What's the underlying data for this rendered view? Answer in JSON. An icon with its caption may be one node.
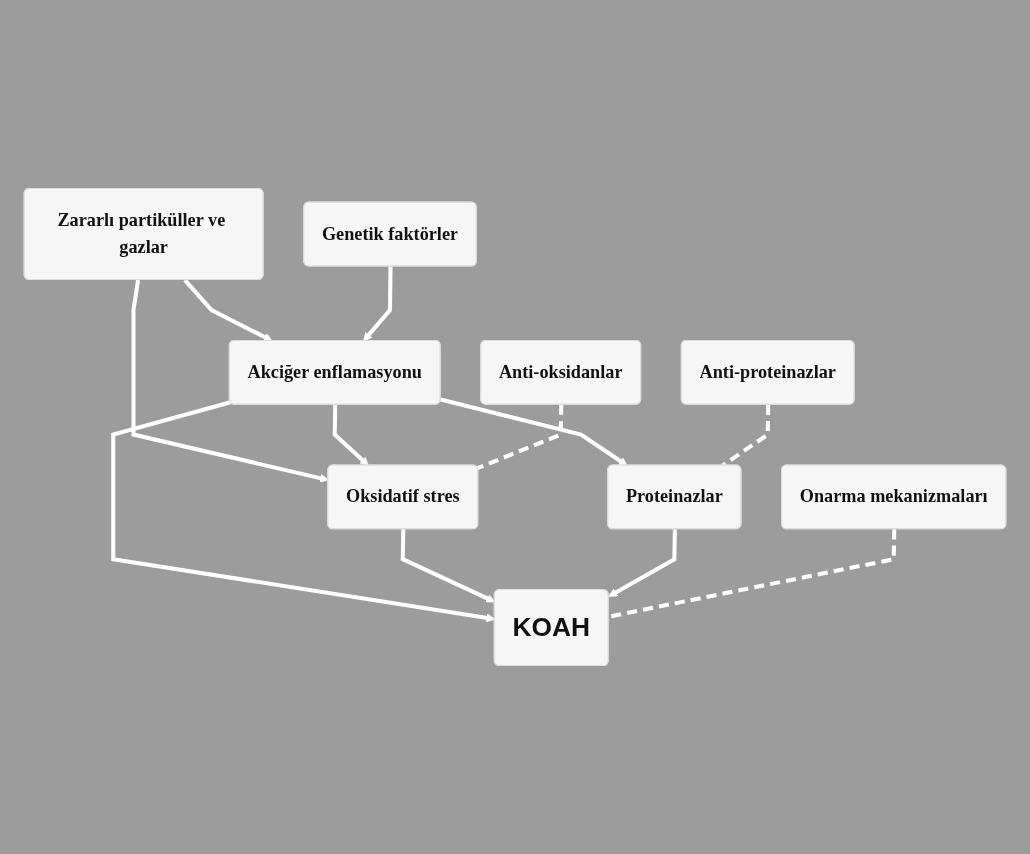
{
  "diagram": {
    "nodes": [
      {
        "text": [
          "Zararlı partiküller ve gazlar"
        ]
      },
      {
        "text": [
          "Genetik faktörler"
        ]
      },
      {
        "text": [
          "Akciğer enflamasyonu"
        ]
      },
      {
        "text": [
          "Anti-oksidanlar"
        ]
      },
      {
        "text": [
          "Anti-proteinazlar"
        ]
      },
      {
        "text": [
          "Oksidatif stres"
        ]
      },
      {
        "text": [
          "Proteinazlar"
        ]
      },
      {
        "text": [
          "Onarma mekanizmaları"
        ]
      },
      {
        "text": [
          "KOAH"
        ]
      }
    ],
    "edges": [
      {
        "from": 0,
        "to": 2,
        "arrow": "to"
      },
      {
        "from": 1,
        "to": 2,
        "arrow": "to"
      },
      {
        "from": 0,
        "to": 5,
        "arrow": "to"
      },
      {
        "from": 2,
        "to": 5,
        "arrow": "to"
      },
      {
        "from": 3,
        "to": 5,
        "arrow": "none",
        "style": "dashed"
      },
      {
        "from": 2,
        "to": 6,
        "arrow": "to"
      },
      {
        "from": 4,
        "to": 6,
        "arrow": "none",
        "style": "dashed"
      },
      {
        "from": 2,
        "to": 8,
        "arrow": "to"
      },
      {
        "from": 5,
        "to": 8,
        "arrow": "to"
      },
      {
        "from": 6,
        "to": 8,
        "arrow": "to"
      },
      {
        "from": 7,
        "to": 8,
        "arrow": "none",
        "style": "dashed"
      }
    ]
  }
}
